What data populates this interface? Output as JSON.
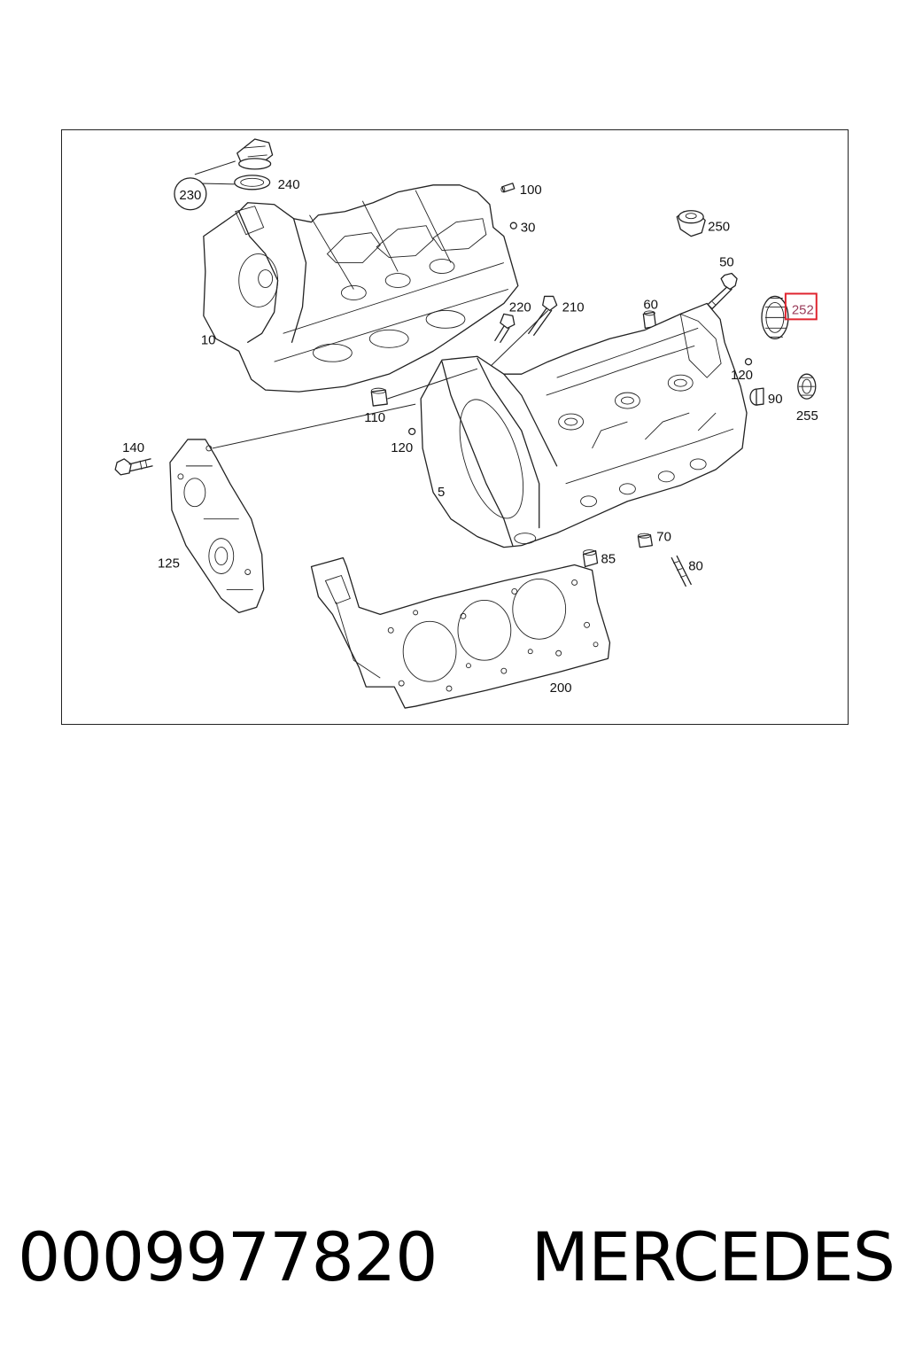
{
  "callouts": {
    "c230": "230",
    "c240": "240",
    "c100": "100",
    "c30": "30",
    "c250": "250",
    "c50": "50",
    "c252": "252",
    "c220": "220",
    "c210": "210",
    "c60": "60",
    "c10": "10",
    "c120a": "120",
    "c90": "90",
    "c255": "255",
    "c110": "110",
    "c140": "140",
    "c120b": "120",
    "c5": "5",
    "c70": "70",
    "c85": "85",
    "c80": "80",
    "c125": "125",
    "c200": "200"
  },
  "highlight": {
    "color": "#e0242f",
    "callout": "252"
  },
  "footer": {
    "part_number": "0009977820",
    "brand": "MERCEDES"
  }
}
